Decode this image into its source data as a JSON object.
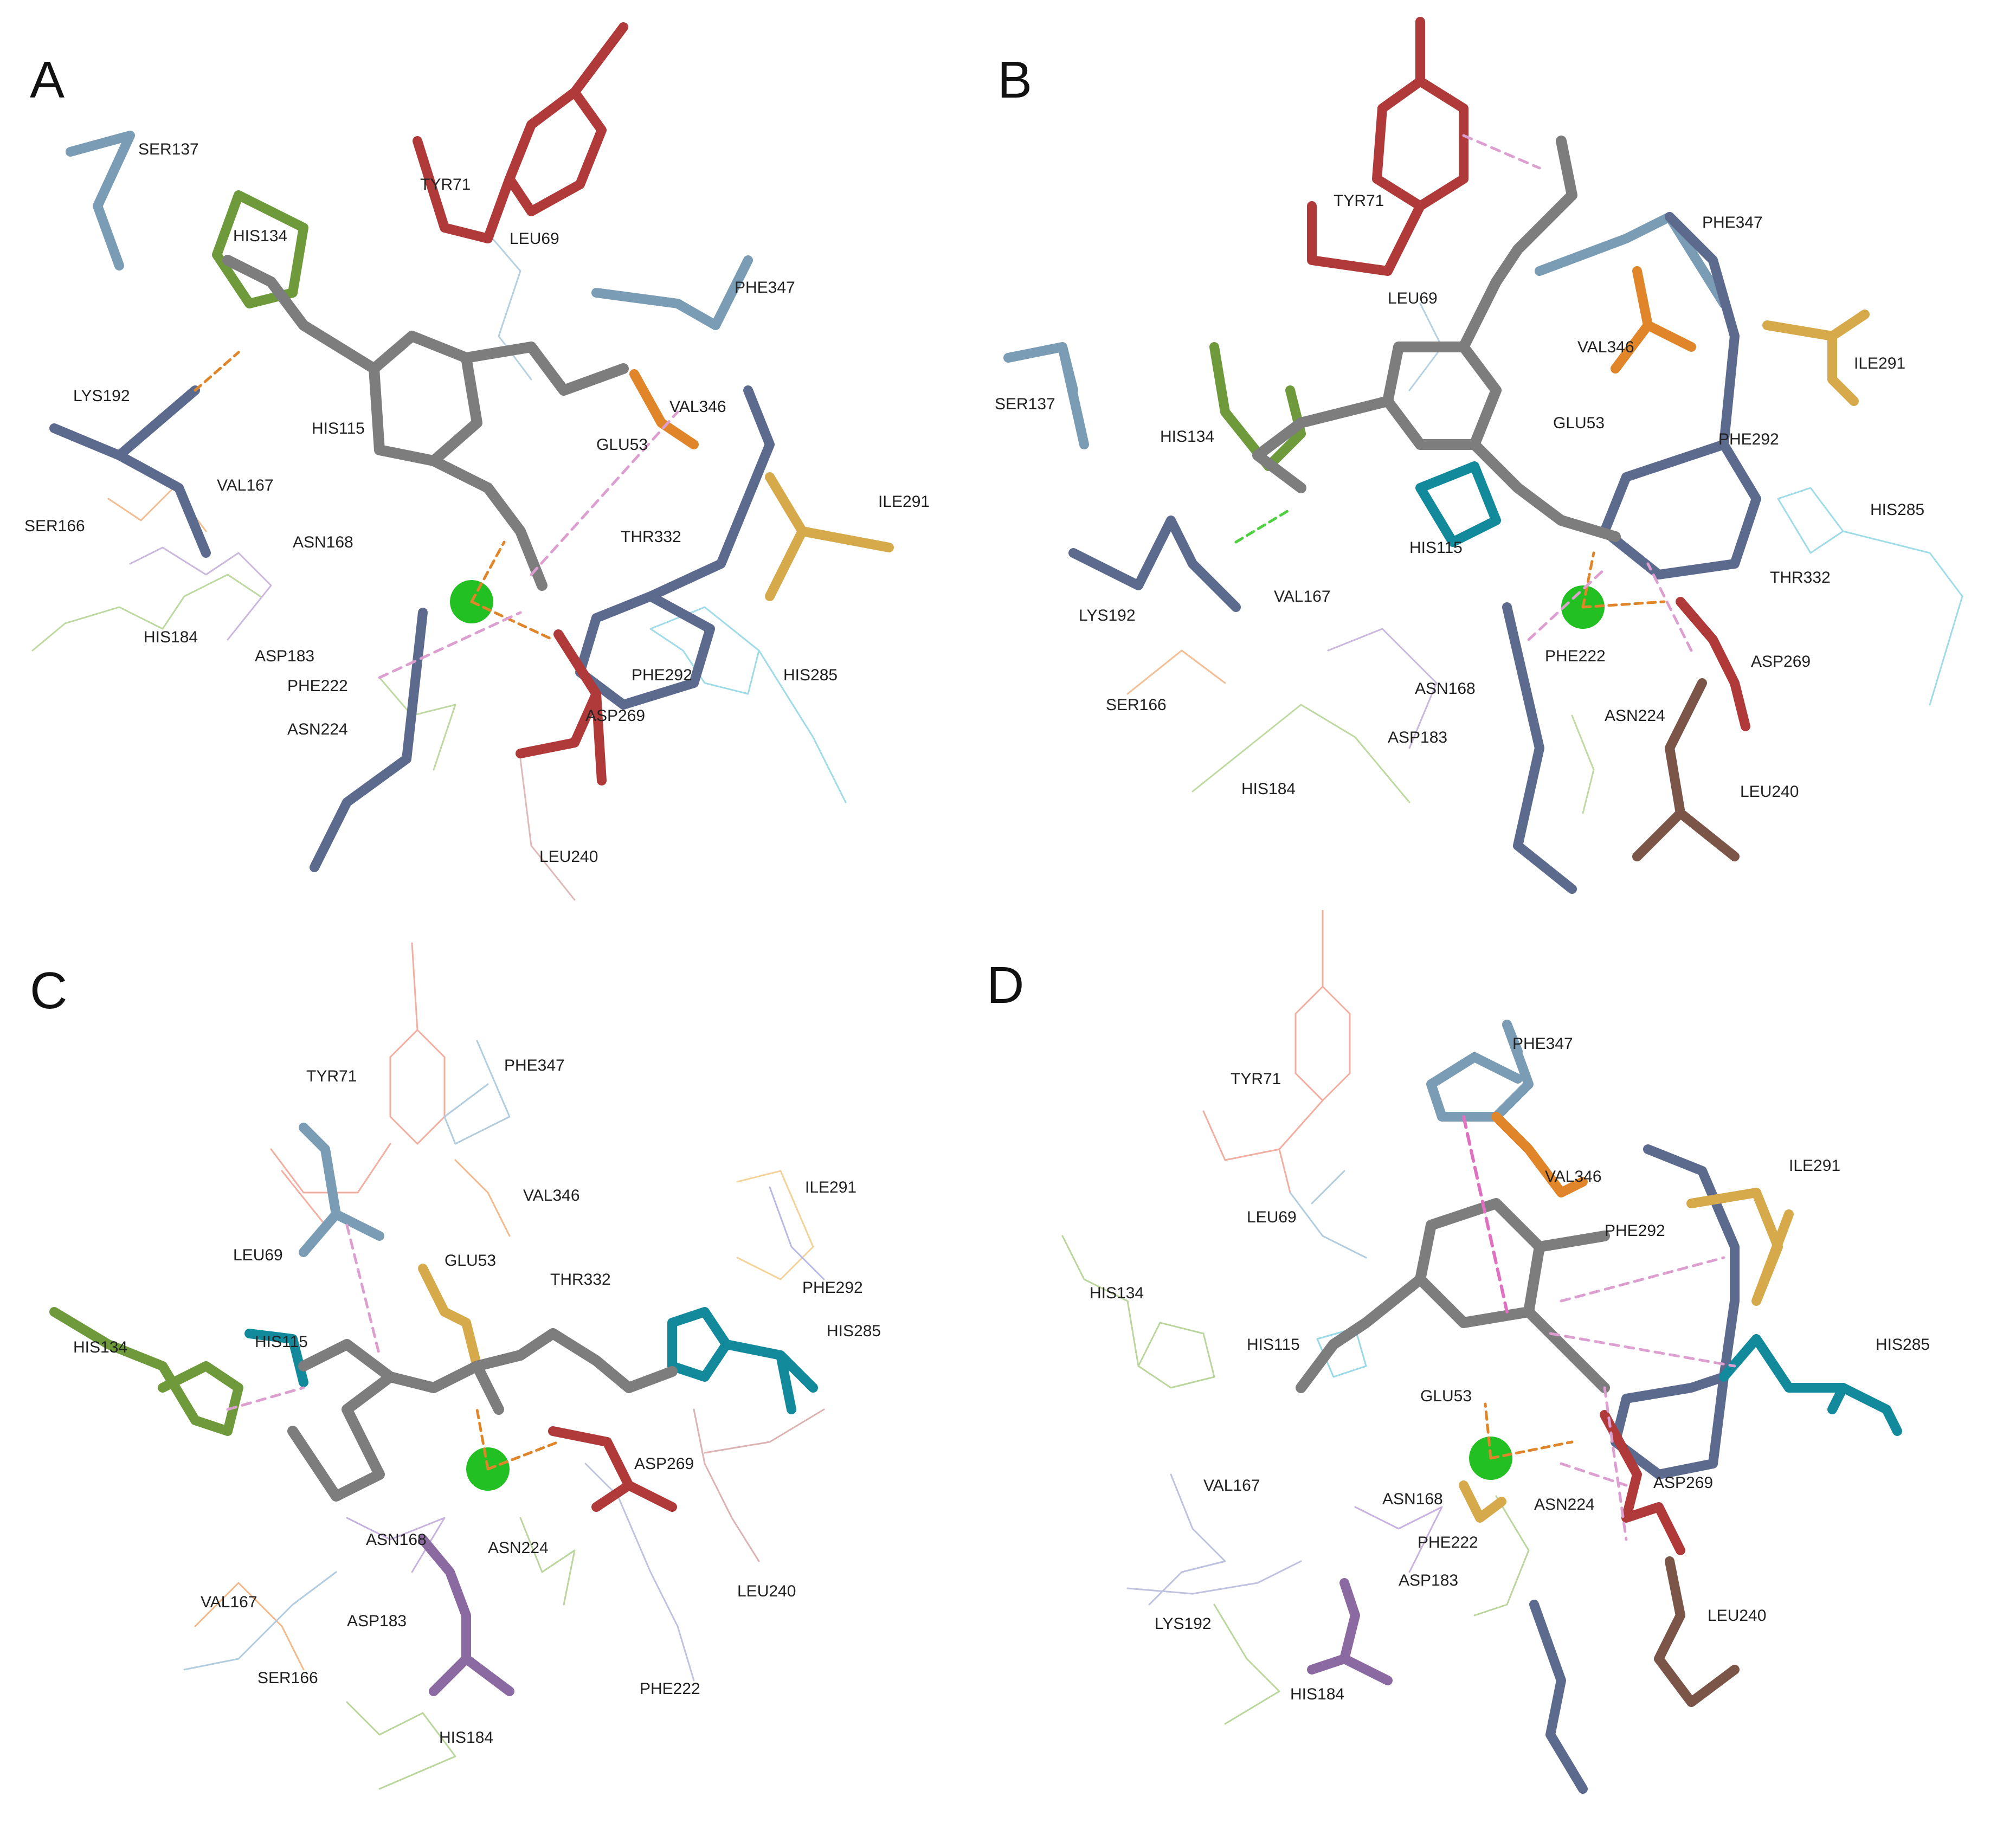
{
  "panels": [
    {
      "letter": "A",
      "labels": [
        "SER137",
        "TYR71",
        "HIS134",
        "LEU69",
        "PHE347",
        "LYS192",
        "HIS115",
        "GLU53",
        "VAL346",
        "VAL167",
        "SER166",
        "ILE291",
        "THR332",
        "ASN168",
        "HIS184",
        "ASP183",
        "PHE222",
        "PHE292",
        "HIS285",
        "ASN224",
        "ASP269",
        "LEU240"
      ]
    },
    {
      "letter": "B",
      "labels": [
        "TYR71",
        "PHE347",
        "LEU69",
        "SER137",
        "VAL346",
        "ILE291",
        "HIS134",
        "GLU53",
        "PHE292",
        "HIS115",
        "HIS285",
        "THR332",
        "LYS192",
        "VAL167",
        "PHE222",
        "ASP269",
        "SER166",
        "ASN168",
        "ASN224",
        "ASP183",
        "HIS184",
        "LEU240"
      ]
    },
    {
      "letter": "C",
      "labels": [
        "TYR71",
        "PHE347",
        "VAL346",
        "ILE291",
        "LEU69",
        "GLU53",
        "THR332",
        "PHE292",
        "HIS134",
        "HIS115",
        "HIS285",
        "ASP269",
        "ASN168",
        "ASN224",
        "LEU240",
        "VAL167",
        "ASP183",
        "SER166",
        "PHE222",
        "HIS184"
      ]
    },
    {
      "letter": "D",
      "labels": [
        "PHE347",
        "TYR71",
        "VAL346",
        "ILE291",
        "LEU69",
        "PHE292",
        "HIS134",
        "HIS285",
        "HIS115",
        "GLU53",
        "ASP269",
        "VAL167",
        "ASN168",
        "ASN224",
        "PHE222",
        "ASP183",
        "LYS192",
        "LEU240",
        "HIS184"
      ]
    }
  ],
  "colors": {
    "red": "#b03a3a",
    "steel_blue": "#7a9cb4",
    "slate": "#5c6a8e",
    "green": "#6e9a3c",
    "orange": "#e0852a",
    "gold": "#d6aa4a",
    "teal": "#138a9c",
    "brown": "#7a5548",
    "purple": "#8a6aa0",
    "grey": "#8a8a8a",
    "zinc_ion": "#22c022"
  }
}
